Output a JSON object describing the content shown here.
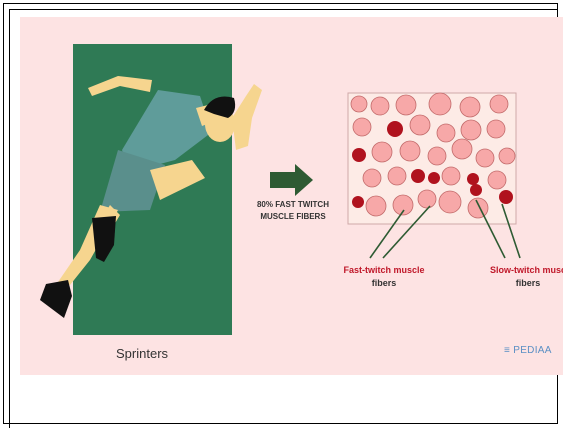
{
  "diagram": {
    "sprinters_caption": "Sprinters",
    "arrow_label_line1": "80% FAST TWITCH",
    "arrow_label_line2": "MUSCLE FIBERS",
    "fast_label_line1": "Fast-twitch muscle",
    "fast_label_line2": "fibers",
    "slow_label_line1": "Slow-twitch musc",
    "slow_label_line2": "fibers",
    "brand": "PEDIAA"
  },
  "colors": {
    "background": "#fde3e3",
    "track": "#2f7a55",
    "arrow": "#2e5b33",
    "fast_fiber": "#f7a8a8",
    "slow_fiber": "#b0121e",
    "skin": "#f6d58f",
    "shirt": "#5f9c9a",
    "shoe": "#111111"
  }
}
